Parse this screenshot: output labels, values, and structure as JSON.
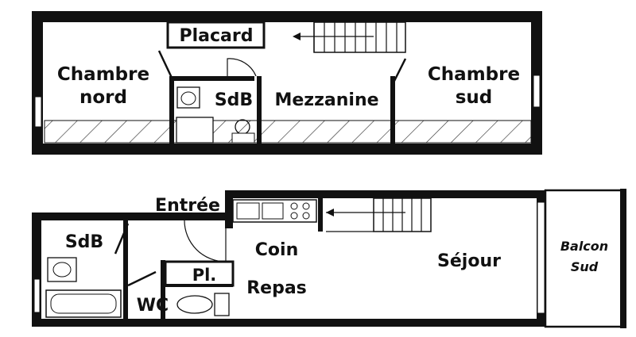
{
  "upper_floor": {
    "rooms": {
      "chambre_nord": [
        "Chambre",
        "nord"
      ],
      "placard": "Placard",
      "sdb": "SdB",
      "mezzanine": "Mezzanine",
      "chambre_sud": [
        "Chambre",
        "sud"
      ]
    }
  },
  "lower_floor": {
    "rooms": {
      "entree": "Entrée",
      "sdb": "SdB",
      "pl": "Pl.",
      "wc": "WC",
      "coin_repas": [
        "Coin",
        "Repas"
      ],
      "sejour": "Séjour",
      "balcon": [
        "Balcon",
        "Sud"
      ]
    }
  },
  "colors": {
    "wall": "#111111",
    "background": "#ffffff"
  }
}
